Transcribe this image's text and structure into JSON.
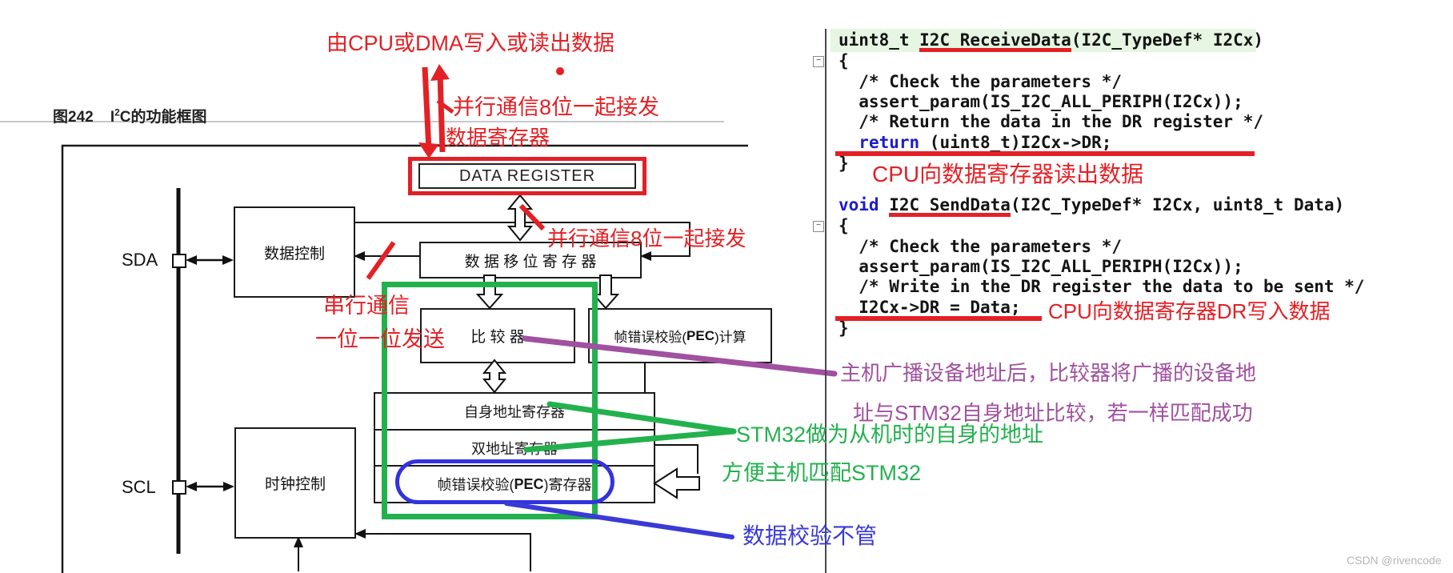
{
  "colors": {
    "annotation_red": "#e32025",
    "annotation_green": "#23b14d",
    "annotation_purple": "#a0519f",
    "annotation_blue": "#3a3ad6",
    "code_keyword_blue": "#1b1bd0",
    "code_comment_green": "#17a23b",
    "code_highlight_bg": "#e6f6e2"
  },
  "figure": {
    "label": "图242",
    "title_pre": "I",
    "title_sup": "2",
    "title_post": "C的功能框图"
  },
  "diagram": {
    "pins": {
      "sda": "SDA",
      "scl": "SCL"
    },
    "blocks": {
      "data_control": "数据控制",
      "clock_control": "时钟控制",
      "data_register": "DATA REGISTER",
      "shift_register": "数 据 移 位 寄 存 器",
      "comparator": "比 较 器",
      "pec_calc_pre": "帧错误校验(",
      "pec_calc_bold": "PEC",
      "pec_calc_post": ")计算",
      "own_addr_register": "自身地址寄存器",
      "dual_addr_register": "双地址寄存器",
      "pec_reg_pre": "帧错误校验(",
      "pec_reg_bold": "PEC",
      "pec_reg_post": ")寄存器"
    }
  },
  "annotations": {
    "red": {
      "top": "由CPU或DMA写入或读出数据",
      "parallel1": "并行通信8位一起接发",
      "data_register": "数据寄存器",
      "parallel2": "并行通信8位一起接发",
      "serial1": "串行通信",
      "serial2": "一位一位发送",
      "read_note": "CPU向数据寄存器读出数据",
      "write_note": "CPU向数据寄存器DR写入数据"
    },
    "purple": {
      "line1": "主机广播设备地址后，比较器将广播的设备地",
      "line2": "址与STM32自身地址比较，若一样匹配成功"
    },
    "green": {
      "line1": "STM32做为从机时的自身的地址",
      "line2": "方便主机匹配STM32"
    },
    "blue": {
      "note": "数据校验不管"
    }
  },
  "code": {
    "fn1": {
      "sig_pre": "uint8_t ",
      "sig_name": "I2C_ReceiveData",
      "sig_rest": "(I2C_TypeDef* I2Cx)",
      "open": "{",
      "comment1": "  /* Check the parameters */",
      "assert": "  assert_param(IS_I2C_ALL_PERIPH(I2Cx));",
      "comment2": "  /* Return the data in the DR register */",
      "ret_pre": "  ",
      "ret_kw": "return",
      "ret_rest": " (uint8_t)I2Cx->DR;",
      "close": "}"
    },
    "fn2": {
      "kw": "void ",
      "sig_name": "I2C_SendData",
      "sig_rest": "(I2C_TypeDef* I2Cx, uint8_t Data)",
      "open": "{",
      "comment1": "  /* Check the parameters */",
      "assert": "  assert_param(IS_I2C_ALL_PERIPH(I2Cx));",
      "comment2": "  /* Write in the DR register the data to be sent */",
      "write_line": "  I2Cx->DR = Data;",
      "close": "}"
    },
    "fold_marker": "−"
  },
  "watermark": "CSDN @rivencode"
}
